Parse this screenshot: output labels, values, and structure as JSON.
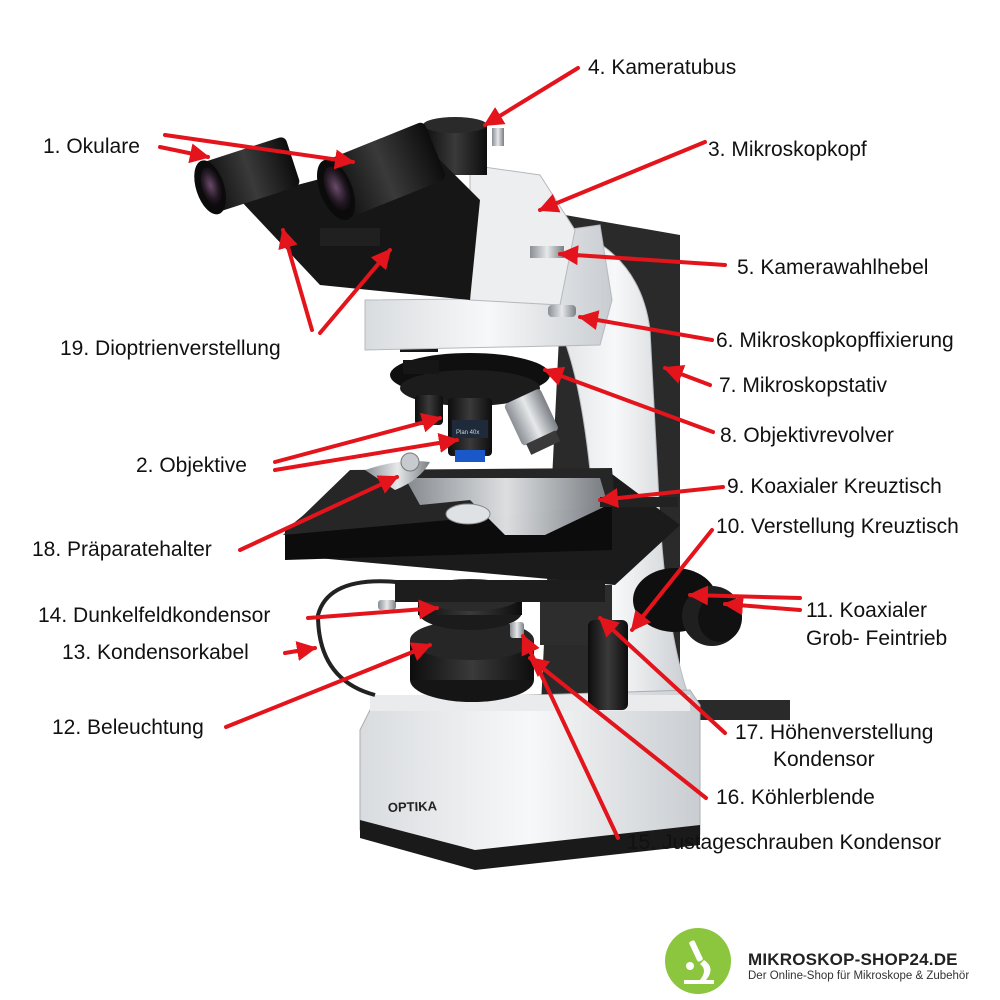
{
  "diagram": {
    "labels": [
      {
        "id": "l1",
        "text": "1. Okulare"
      },
      {
        "id": "l4",
        "text": "4. Kameratubus"
      },
      {
        "id": "l3",
        "text": "3. Mikroskopkopf"
      },
      {
        "id": "l5",
        "text": "5. Kamerawahlhebel"
      },
      {
        "id": "l6",
        "text": "6. Mikroskopkopffixierung"
      },
      {
        "id": "l7",
        "text": "7. Mikroskopstativ"
      },
      {
        "id": "l8",
        "text": "8. Objektivrevolver"
      },
      {
        "id": "l9",
        "text": "9. Koaxialer Kreuztisch"
      },
      {
        "id": "l10",
        "text": "10. Verstellung Kreuztisch"
      },
      {
        "id": "l11a",
        "text": "11. Koaxialer"
      },
      {
        "id": "l11b",
        "text": "Grob- Feintrieb"
      },
      {
        "id": "l19",
        "text": "19. Dioptrienverstellung"
      },
      {
        "id": "l2",
        "text": "2. Objektive"
      },
      {
        "id": "l18",
        "text": "18. Präparatehalter"
      },
      {
        "id": "l14",
        "text": "14. Dunkelfeldkondensor"
      },
      {
        "id": "l13",
        "text": "13. Kondensorkabel"
      },
      {
        "id": "l12",
        "text": "12. Beleuchtung"
      },
      {
        "id": "l17a",
        "text": "17. Höhenverstellung"
      },
      {
        "id": "l17b",
        "text": "Kondensor"
      },
      {
        "id": "l16",
        "text": "16. Köhlerblende"
      },
      {
        "id": "l15",
        "text": "15. Justageschrauben Kondensor"
      }
    ],
    "device_brand": "OPTIKA",
    "objective_marking": "Plan 40x",
    "arrow_color": "#e3141b"
  },
  "brand": {
    "name": "MIKROSKOP-SHOP24.DE",
    "tagline": "Der Online-Shop für Mikroskope & Zubehör",
    "logo_color": "#8cc63f",
    "logo_icon": "microscope-icon"
  }
}
